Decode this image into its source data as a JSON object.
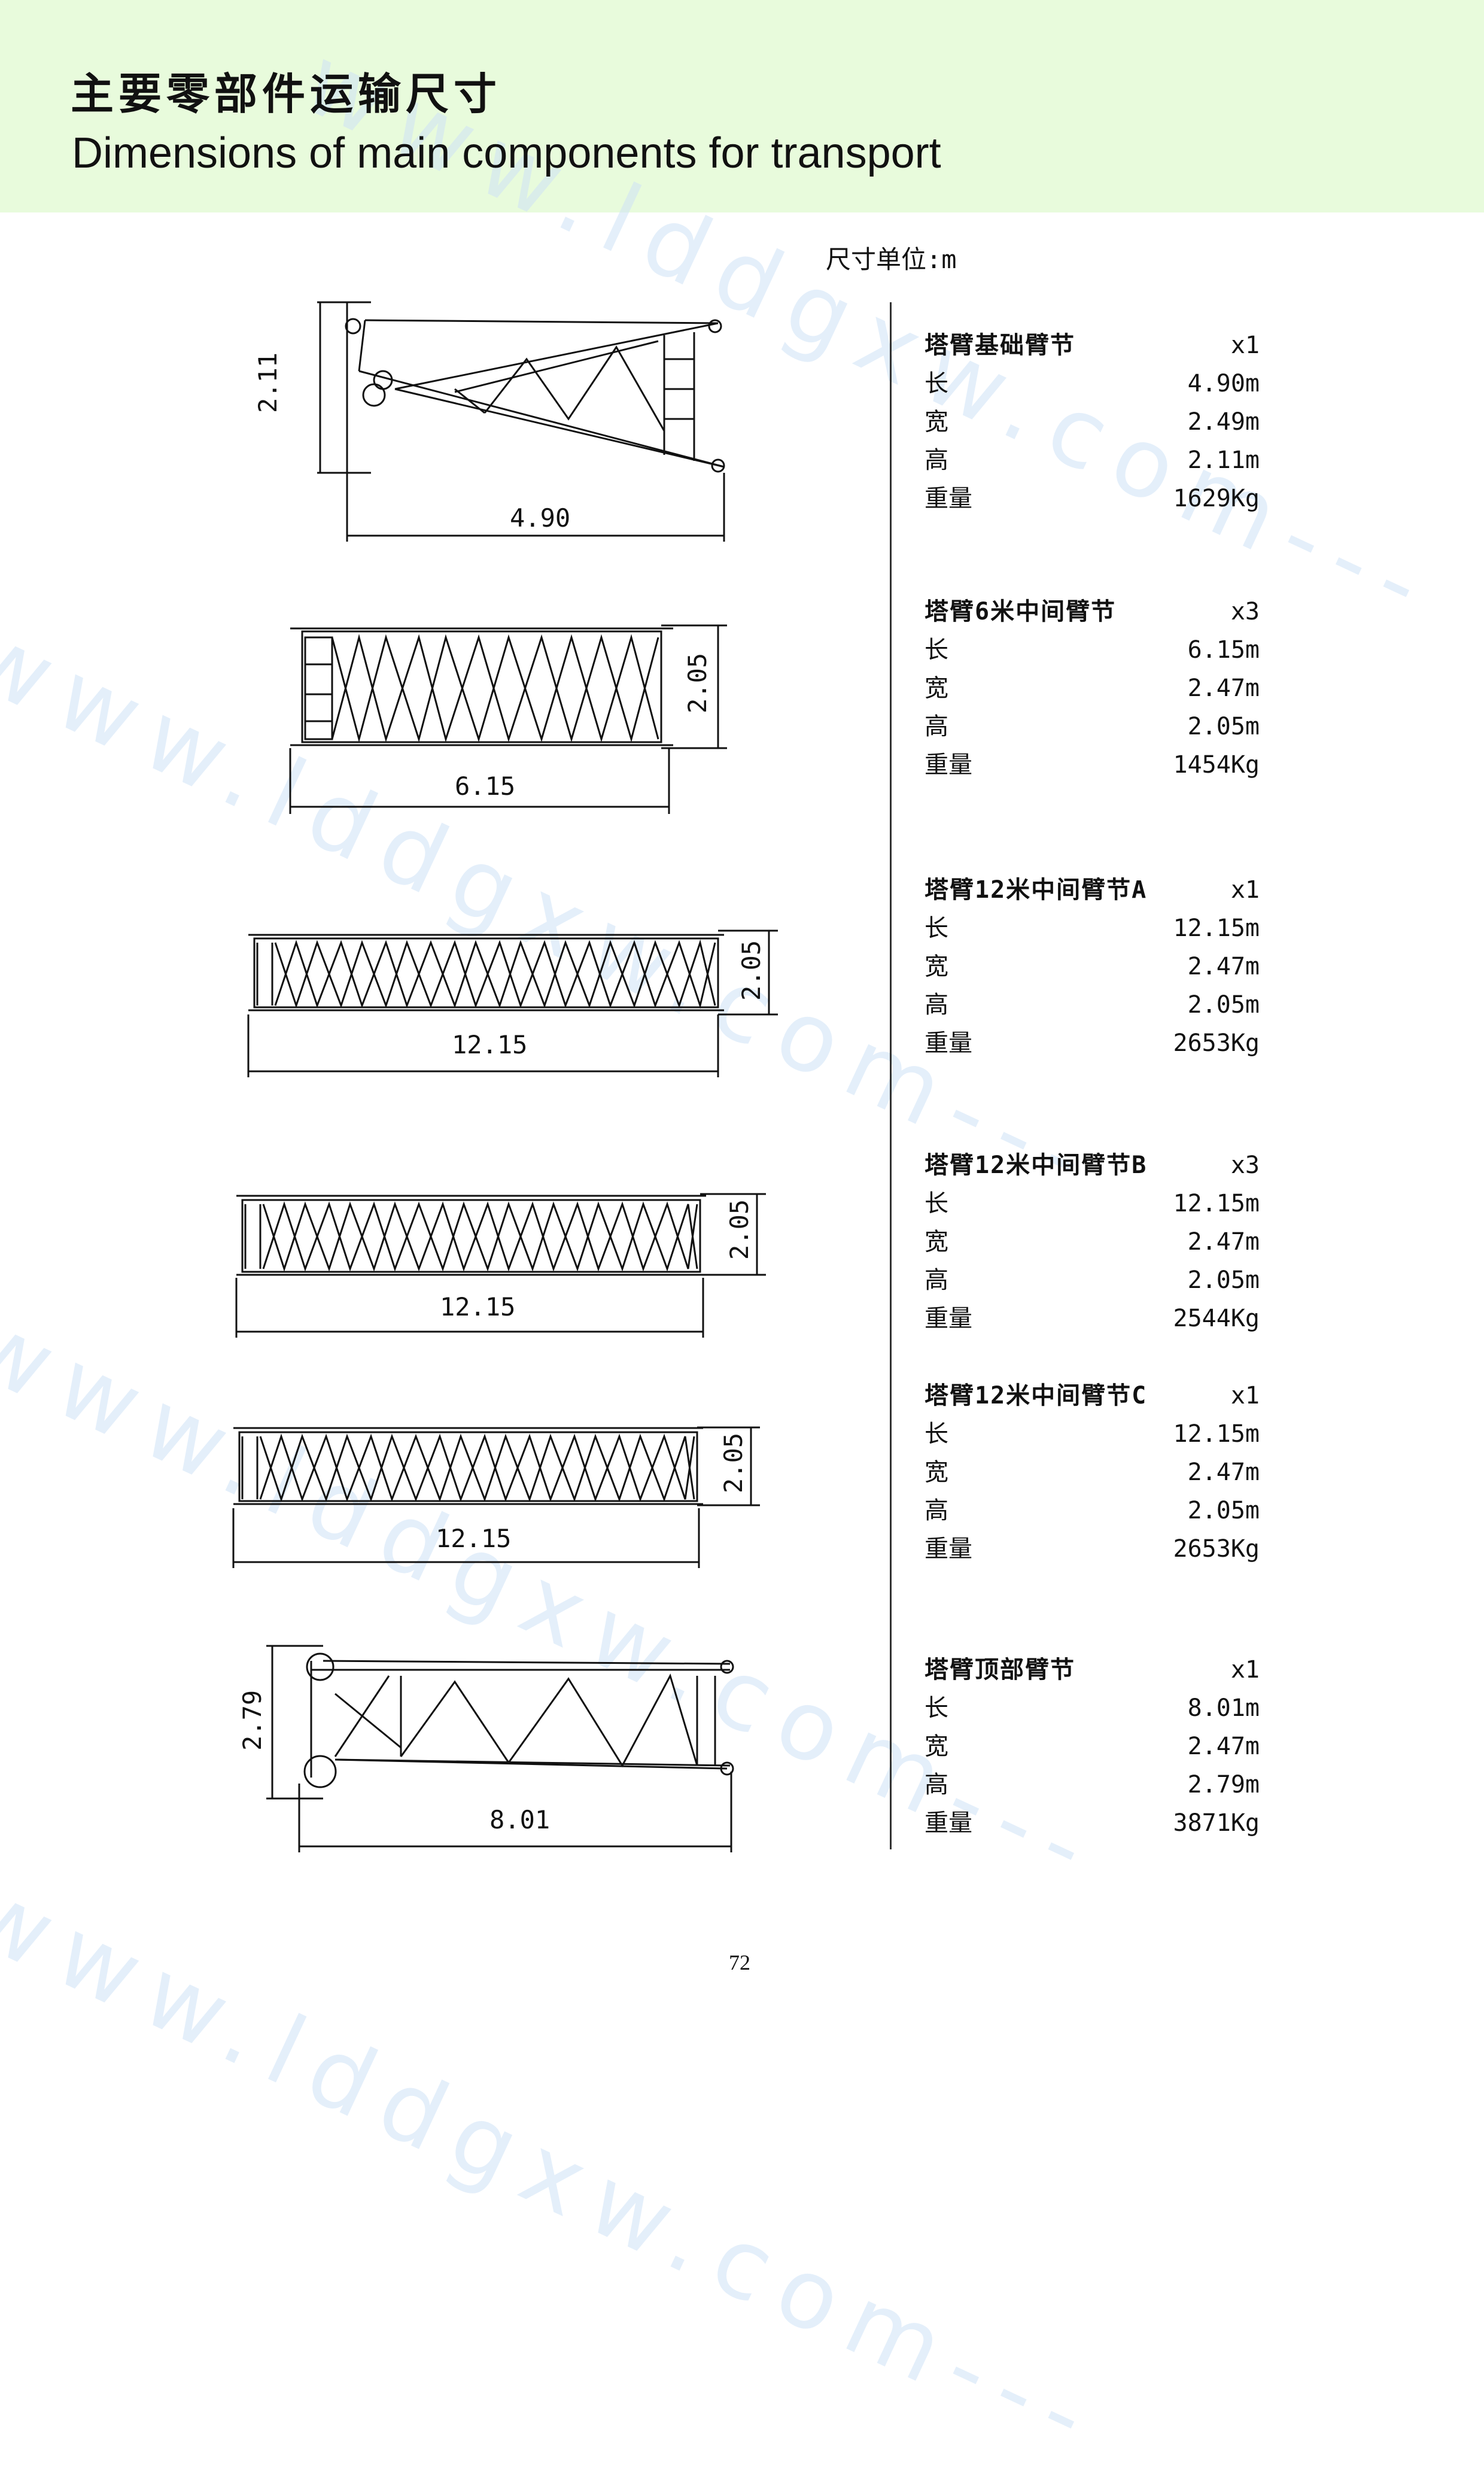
{
  "header": {
    "title_cn": "主要零部件运输尺寸",
    "title_en": "Dimensions of main components for transport"
  },
  "watermark_text": "www.lddgxw.com---",
  "unit_label": "尺寸单位:m",
  "page_number": "72",
  "labels": {
    "length": "长",
    "width": "宽",
    "height": "高",
    "weight": "重量"
  },
  "components": [
    {
      "name": "塔臂基础臂节",
      "qty": "x1",
      "length": "4.90m",
      "width": "2.49m",
      "height": "2.11m",
      "weight": "1629Kg",
      "dim_length": "4.90",
      "dim_height": "2.11"
    },
    {
      "name": "塔臂6米中间臂节",
      "qty": "x3",
      "length": "6.15m",
      "width": "2.47m",
      "height": "2.05m",
      "weight": "1454Kg",
      "dim_length": "6.15",
      "dim_height": "2.05"
    },
    {
      "name": "塔臂12米中间臂节A",
      "qty": "x1",
      "length": "12.15m",
      "width": "2.47m",
      "height": "2.05m",
      "weight": "2653Kg",
      "dim_length": "12.15",
      "dim_height": "2.05"
    },
    {
      "name": "塔臂12米中间臂节B",
      "qty": "x3",
      "length": "12.15m",
      "width": "2.47m",
      "height": "2.05m",
      "weight": "2544Kg",
      "dim_length": "12.15",
      "dim_height": "2.05"
    },
    {
      "name": "塔臂12米中间臂节C",
      "qty": "x1",
      "length": "12.15m",
      "width": "2.47m",
      "height": "2.05m",
      "weight": "2653Kg",
      "dim_length": "12.15",
      "dim_height": "2.05"
    },
    {
      "name": "塔臂顶部臂节",
      "qty": "x1",
      "length": "8.01m",
      "width": "2.47m",
      "height": "2.79m",
      "weight": "3871Kg",
      "dim_length": "8.01",
      "dim_height": "2.79"
    }
  ]
}
